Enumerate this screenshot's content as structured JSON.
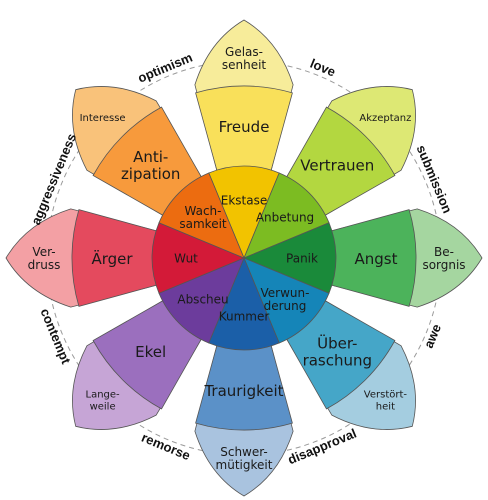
{
  "petals": [
    {
      "key": "joy",
      "outer": "Gelas-\nsenheit",
      "mid": "Freude",
      "inner": "Ekstase",
      "colors": [
        "#f7ec9a",
        "#f9e05a",
        "#f2c300"
      ]
    },
    {
      "key": "trust",
      "outer": "Akzeptanz",
      "mid": "Vertrauen",
      "inner": "Anbetung",
      "colors": [
        "#dde874",
        "#b3d740",
        "#7cbc22"
      ]
    },
    {
      "key": "fear",
      "outer": "Be-\nsorgnis",
      "mid": "Angst",
      "inner": "Panik",
      "colors": [
        "#a5d6a0",
        "#4cb35b",
        "#1a8a3a"
      ]
    },
    {
      "key": "surprise",
      "outer": "Verstört-\nheit",
      "mid": "Über-\nraschung",
      "inner": "Verwun-\nderung",
      "colors": [
        "#a4cde0",
        "#45a6c8",
        "#1585b8"
      ]
    },
    {
      "key": "sadness",
      "outer": "Schwer-\nmütigkeit",
      "mid": "Traurigkeit",
      "inner": "Kummer",
      "colors": [
        "#a9c3df",
        "#5b91c8",
        "#1b5fa8"
      ]
    },
    {
      "key": "disgust",
      "outer": "Lange-\nweile",
      "mid": "Ekel",
      "inner": "Abscheu",
      "colors": [
        "#c6a5d6",
        "#9b6fbe",
        "#6c3c9c"
      ]
    },
    {
      "key": "anger",
      "outer": "Ver-\ndruss",
      "mid": "Ärger",
      "inner": "Wut",
      "colors": [
        "#f3a0a4",
        "#e44a5e",
        "#d31a38"
      ]
    },
    {
      "key": "anticipation",
      "outer": "Interesse",
      "mid": "Anti-\nzipation",
      "inner": "Wach-\nsamkeit",
      "colors": [
        "#f9c27a",
        "#f79a3c",
        "#ec6c10"
      ]
    }
  ],
  "dyads": [
    "love",
    "submission",
    "awe",
    "disapproval",
    "remorse",
    "contempt",
    "aggressiveness",
    "optimism"
  ]
}
